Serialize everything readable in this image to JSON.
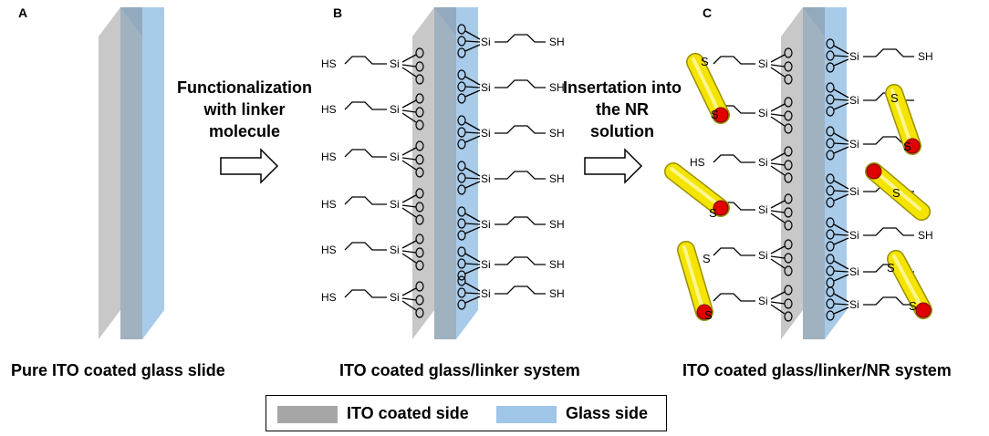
{
  "panels": {
    "a_label": "A",
    "b_label": "B",
    "c_label": "C"
  },
  "arrows": {
    "first": [
      "Functionalization",
      "with linker",
      "molecule"
    ],
    "second": [
      "Insertation into",
      "the NR",
      "solution"
    ]
  },
  "captions": {
    "a": "Pure ITO coated glass slide",
    "b": "ITO coated glass/linker system",
    "c": "ITO coated glass/linker/NR system"
  },
  "legend": {
    "ito_label": "ITO coated side",
    "glass_label": "Glass side"
  },
  "chemistry": {
    "thiol": "HS",
    "thiol_right": "SH",
    "silicon": "Si",
    "oxygen": "O",
    "sulfur": "S"
  },
  "colors": {
    "ito_gray": "#c8c8c8",
    "glass_blue": "#9fc5e8",
    "nanorod_yellow": "#f4e400",
    "gold_red": "#e00000"
  }
}
